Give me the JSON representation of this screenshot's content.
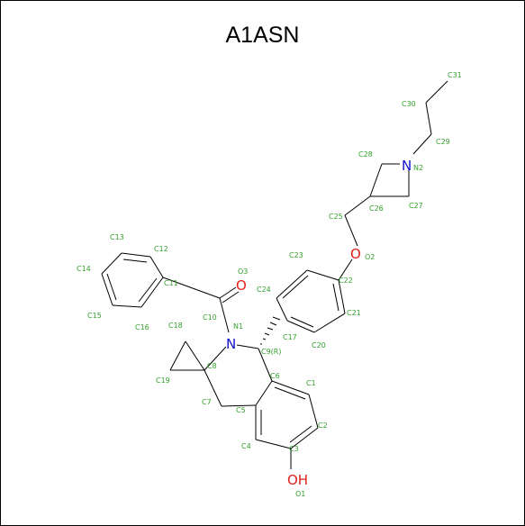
{
  "title": "A1ASN",
  "colors": {
    "carbon_label": "#33a02c",
    "nitrogen": "#1010d0",
    "oxygen": "#e0201b",
    "bond": "#000000"
  },
  "atoms": {
    "N1": "N",
    "N2": "N",
    "O2": "O",
    "O3": "O",
    "OH": "OH",
    "labels": {
      "C1": "C1",
      "C2": "C2",
      "C3": "C3",
      "C4": "C4",
      "C5": "C5",
      "C6": "C6",
      "C7": "C7",
      "C8": "C8",
      "C9": "C9(R)",
      "C10": "C10",
      "C11": "C11",
      "C12": "C12",
      "C13": "C13",
      "C14": "C14",
      "C15": "C15",
      "C16": "C16",
      "C17": "C17",
      "C18": "C18",
      "C19": "C19",
      "C20": "C20",
      "C21": "C21",
      "C22": "C22",
      "C23": "C23",
      "C24": "C24",
      "C25": "C25",
      "C26": "C26",
      "C27": "C27",
      "C28": "C28",
      "C29": "C29",
      "C30": "C30",
      "C31": "C31",
      "N1": "N1",
      "N2": "N2",
      "O1": "O1",
      "O2": "O2",
      "O3": "O3"
    }
  }
}
